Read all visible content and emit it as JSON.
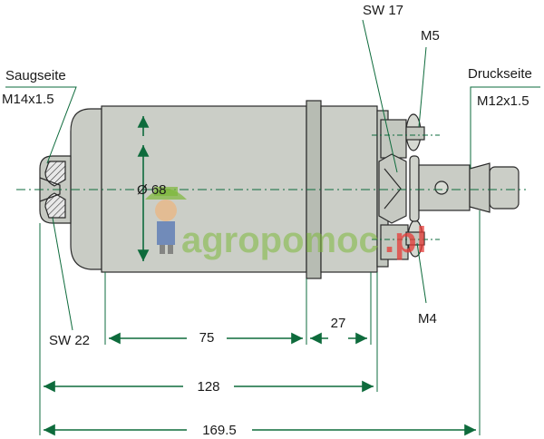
{
  "labels": {
    "suction_side": "Saugseite",
    "suction_thread": "M14x1.5",
    "pressure_side": "Druckseite",
    "pressure_thread": "M12x1.5",
    "wrench_17": "SW 17",
    "wrench_22": "SW 22",
    "terminal_m5": "M5",
    "terminal_m4": "M4",
    "diameter": "Ø 68"
  },
  "dimensions": {
    "body_length": "75",
    "ring_offset": "27",
    "housing_length": "128",
    "overall_length": "169.5"
  },
  "watermark": {
    "brand_main": "agropomoc",
    "brand_tld": ".pl"
  },
  "colors": {
    "body": "#c9ccc5",
    "body_outline": "#2a2a2a",
    "dimension": "#0e6b3c",
    "watermark_green": "#7db83a",
    "watermark_red": "#e53935"
  }
}
